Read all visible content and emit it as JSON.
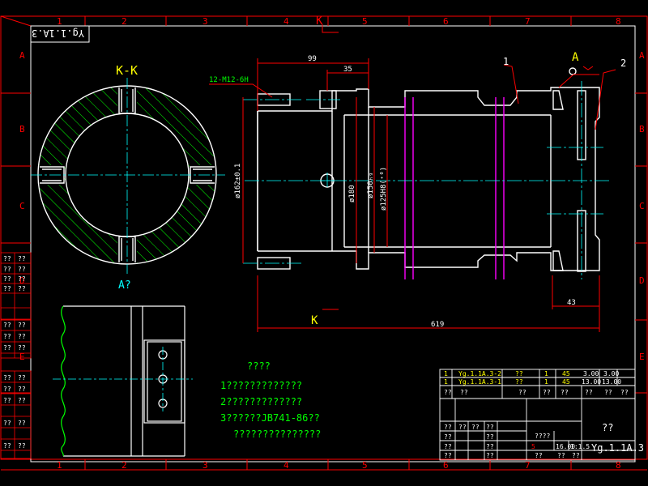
{
  "colors": {
    "frame": "#ff0000",
    "geometry": "#ffffff",
    "center": "#00ffff",
    "hatch": "#00ff00",
    "dim": "#ff0000",
    "purple": "#ff00ff",
    "label": "#ffff00",
    "notes": "#00ff00"
  },
  "border": {
    "col_labels": [
      "1",
      "2",
      "3",
      "4",
      "5",
      "6",
      "7",
      "8"
    ],
    "row_labels": [
      "A",
      "B",
      "C",
      "D",
      "E"
    ]
  },
  "drawing": {
    "code_top": "Yg.1.1A.3",
    "section_label": "K-K",
    "view_label": "A?",
    "arrow_a_top": "A",
    "part_balloon_1": "1",
    "part_balloon_2": "2",
    "k_top": "K",
    "k_bottom": "K"
  },
  "dimensions": {
    "d99": "99",
    "d35": "35",
    "thread": "12-M12-6H",
    "dia162": "ø162±0.1",
    "dia180": "ø180",
    "dia150": "ø150ₕ₉",
    "dia125": "ø125H8(⁺⁰)",
    "d43": "43",
    "d619": "619"
  },
  "notes": {
    "title": "????",
    "line1": "1?????????????",
    "line2": "2?????????????",
    "line3": "3??????JB741-86??",
    "line4": "???????????????"
  },
  "title_block": {
    "ref1": "Yg.1.1A.3-1",
    "ref2": "Yg.1.1A.3-2",
    "q": "??",
    "n1": "1",
    "n2": "1",
    "n45a": "45",
    "n45b": "45",
    "w1": "3.00",
    "w2": "3.00",
    "w3": "13.00",
    "w4": "13.00",
    "name": "??",
    "drawing_no": "Yg.1.1A.3",
    "scale_a": "5",
    "scale_b": "16.00",
    "scale_c": "1:1.5",
    "mark": "????"
  }
}
